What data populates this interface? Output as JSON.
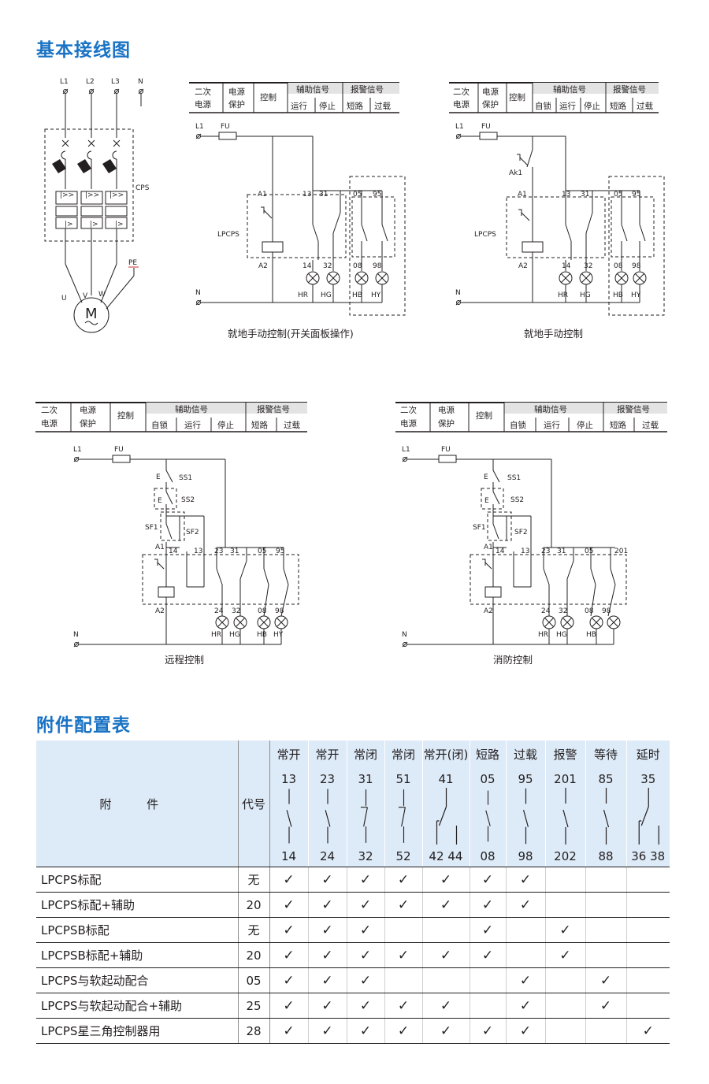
{
  "section_titles": {
    "wiring": "基本接线图",
    "accessories": "附件配置表"
  },
  "wiring": {
    "main_circuit": {
      "phases": [
        "L1",
        "L2",
        "L3",
        "N"
      ],
      "device_label": "CPS",
      "pe_label": "PE",
      "motor_terminals": [
        "U",
        "V",
        "W"
      ],
      "motor_label": "M"
    },
    "control_header_a": {
      "cols": [
        "二次\n电源",
        "电源\n保护",
        "控制"
      ],
      "aux_group": "辅助信号",
      "aux_items": [
        "运行",
        "停止"
      ],
      "alarm_group": "报警信号",
      "alarm_items": [
        "短路",
        "过载"
      ]
    },
    "control_header_b": {
      "cols": [
        "二次\n电源",
        "电源\n保护",
        "控制"
      ],
      "aux_group": "辅助信号",
      "aux_items": [
        "自锁",
        "运行",
        "停止"
      ],
      "alarm_group": "报警信号",
      "alarm_items": [
        "短路",
        "过载"
      ]
    },
    "labels": {
      "line": "L1",
      "fuse": "FU",
      "neutral": "N",
      "device": "LPCPS",
      "coil_top": "A1",
      "coil_bottom": "A2",
      "ak1": "Ak1",
      "ss1": "SS1",
      "ss2": "SS2",
      "sf1": "SF1",
      "sf2": "SF2"
    },
    "captions": {
      "local_panel": "就地手动控制(开关面板操作)",
      "local_manual": "就地手动控制",
      "remote": "远程控制",
      "fire": "消防控制"
    }
  },
  "accessory_table": {
    "name_header": "附  件",
    "code_header": "代号",
    "columns": [
      {
        "label": "常开",
        "top": "13",
        "bottom": "14",
        "symbol": "no"
      },
      {
        "label": "常开",
        "top": "23",
        "bottom": "24",
        "symbol": "no"
      },
      {
        "label": "常闭",
        "top": "31",
        "bottom": "32",
        "symbol": "nc"
      },
      {
        "label": "常闭",
        "top": "51",
        "bottom": "52",
        "symbol": "nc"
      },
      {
        "label": "常开(闭)",
        "top": "41",
        "bottom": "42 44",
        "symbol": "co"
      },
      {
        "label": "短路",
        "top": "05",
        "bottom": "08",
        "symbol": "no"
      },
      {
        "label": "过载",
        "top": "95",
        "bottom": "98",
        "symbol": "no"
      },
      {
        "label": "报警",
        "top": "201",
        "bottom": "202",
        "symbol": "no"
      },
      {
        "label": "等待",
        "top": "85",
        "bottom": "88",
        "symbol": "no"
      },
      {
        "label": "延时",
        "top": "35",
        "bottom": "36 38",
        "symbol": "co"
      }
    ],
    "check_mark": "✓",
    "rows": [
      {
        "name": "LPCPS标配",
        "code": "无",
        "checks": [
          1,
          1,
          1,
          1,
          1,
          1,
          1,
          0,
          0,
          0
        ]
      },
      {
        "name": "LPCPS标配+辅助",
        "code": "20",
        "checks": [
          1,
          1,
          1,
          1,
          1,
          1,
          1,
          0,
          0,
          0
        ]
      },
      {
        "name": "LPCPSB标配",
        "code": "无",
        "checks": [
          1,
          1,
          1,
          0,
          0,
          1,
          0,
          1,
          0,
          0
        ]
      },
      {
        "name": "LPCPSB标配+辅助",
        "code": "20",
        "checks": [
          1,
          1,
          1,
          1,
          1,
          1,
          0,
          1,
          0,
          0
        ]
      },
      {
        "name": "LPCPS与软起动配合",
        "code": "05",
        "checks": [
          1,
          1,
          1,
          0,
          0,
          0,
          1,
          0,
          1,
          0
        ]
      },
      {
        "name": "LPCPS与软起动配合+辅助",
        "code": "25",
        "checks": [
          1,
          1,
          1,
          1,
          1,
          0,
          1,
          0,
          1,
          0
        ]
      },
      {
        "name": "LPCPS星三角控制器用",
        "code": "28",
        "checks": [
          1,
          1,
          1,
          1,
          1,
          1,
          1,
          0,
          0,
          1
        ]
      }
    ]
  }
}
